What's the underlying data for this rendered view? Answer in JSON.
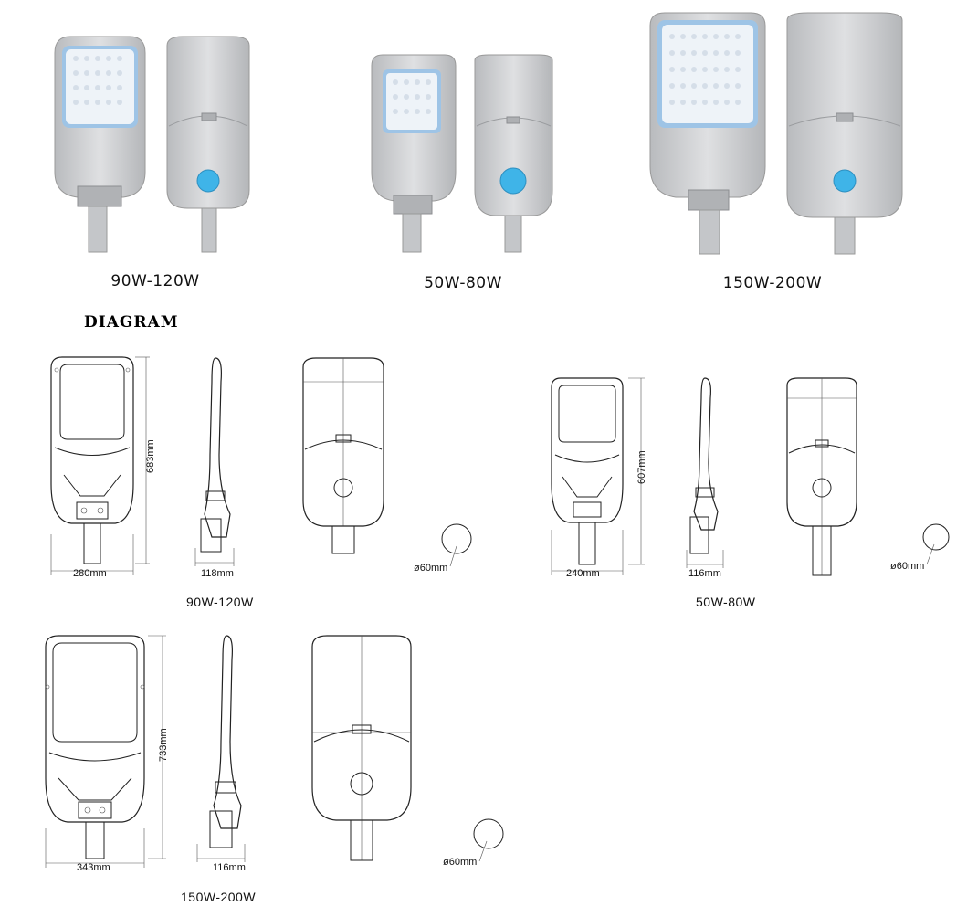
{
  "photos": {
    "products": [
      {
        "label": "90W-120W"
      },
      {
        "label": "50W-80W"
      },
      {
        "label": "150W-200W"
      }
    ]
  },
  "diagram": {
    "title": "DIAGRAM",
    "units": [
      {
        "caption": "90W-120W",
        "height": "683mm",
        "width": "280mm",
        "depth": "118mm",
        "pipe": "ø60mm"
      },
      {
        "caption": "50W-80W",
        "height": "607mm",
        "width": "240mm",
        "depth": "116mm",
        "pipe": "ø60mm"
      },
      {
        "caption": "150W-200W",
        "height": "733mm",
        "width": "343mm",
        "depth": "116mm",
        "pipe": "ø60mm"
      }
    ]
  },
  "colors": {
    "housing": "#c9cacc",
    "housing_dark": "#aeb0b3",
    "lens": "#e6eef5",
    "frame_blue": "#9ec4e6",
    "sensor_blue": "#3fb4e8"
  }
}
